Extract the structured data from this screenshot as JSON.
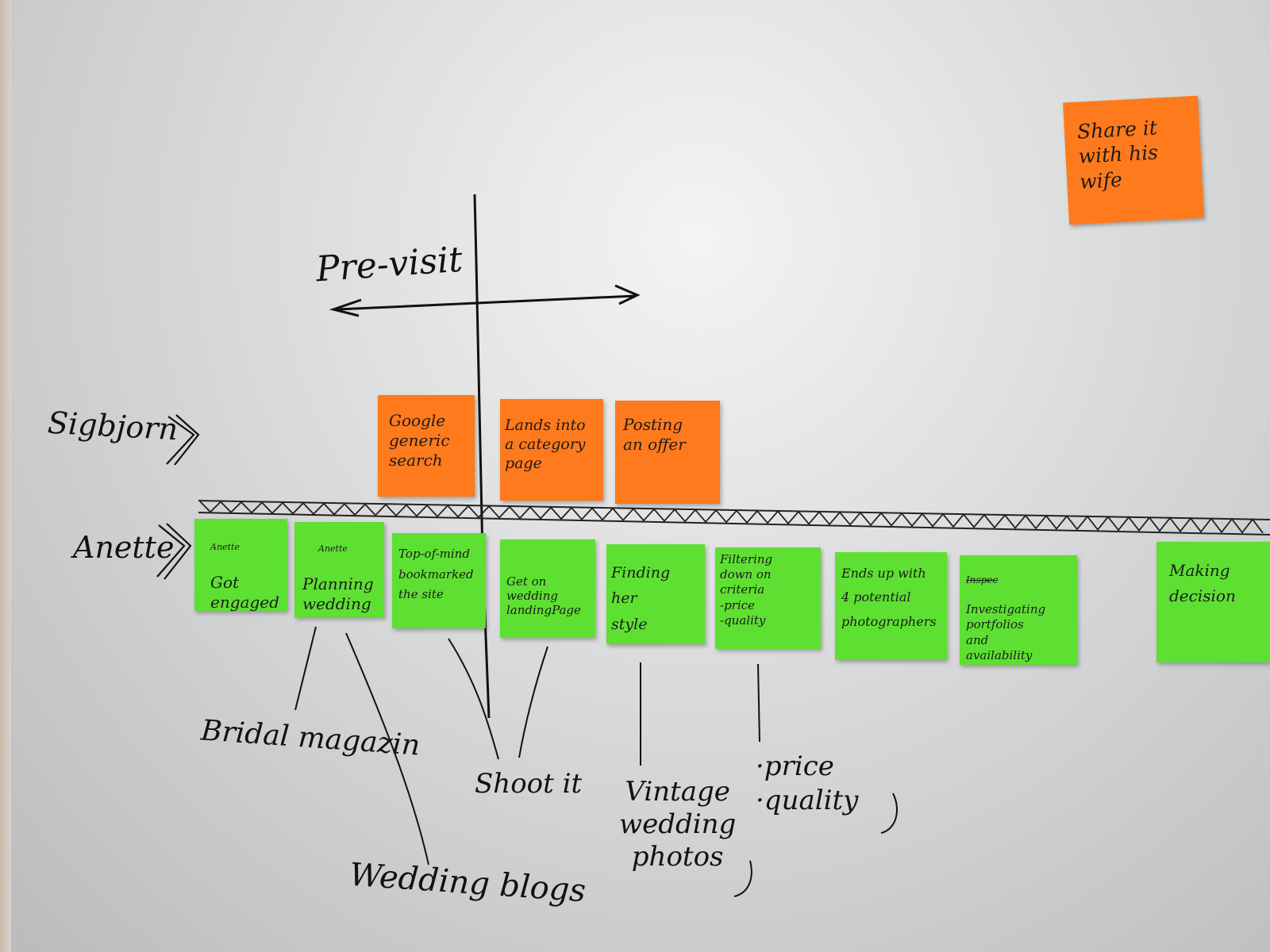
{
  "labels": {
    "pre_visit": "Pre-visit",
    "sigbjorn": "Sigbjorn",
    "anette": "Anette"
  },
  "orange_notes": {
    "share": "Share it\nwith his\nwife",
    "google": "Google\ngeneric\nsearch",
    "lands": "Lands into\na category\npage",
    "posting": "Posting\nan offer"
  },
  "green_notes": {
    "got_engaged": {
      "header": "Anette",
      "text": "Got\nengaged"
    },
    "planning": {
      "header": "Anette",
      "text": "Planning\nwedding"
    },
    "top_of_mind": "Top-of-mind\nbookmarked\nthe site",
    "get_on": "Get on\nwedding\nlandingPage",
    "finding": "Finding her\nstyle",
    "filtering": "Filtering\ndown on\ncriteria\n-price\n-quality",
    "ends_up": "Ends up with\n4 potential\nphotographers",
    "investigating": {
      "struck": "Inspec",
      "text": "Investigating\nportfolios\nand\navailability"
    },
    "making": "Making\ndecision"
  },
  "annotations": {
    "bridal": "Bridal magazin",
    "wedding_blogs": "Wedding blogs",
    "shoot_it": "Shoot it",
    "vintage": "Vintage\nwedding\nphotos",
    "price_quality": "·price\n·quality"
  },
  "colors": {
    "orange_note": "#ff7a1c",
    "green_note": "#5ee032",
    "ink": "#111111"
  }
}
